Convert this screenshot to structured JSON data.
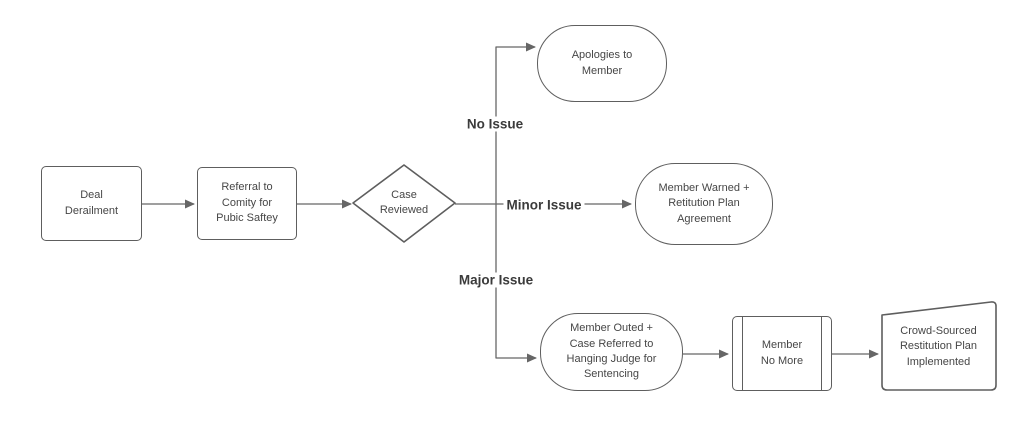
{
  "diagram": {
    "colors": {
      "background": "#ffffff",
      "shape_fill": "#ffffff",
      "shape_stroke": "#5e5e5e",
      "connector": "#666666",
      "node_text": "#464646",
      "edge_label_text": "#3b3b3b"
    },
    "nodes": {
      "deal": {
        "shape": "rectangle",
        "label": "Deal\nDerailment"
      },
      "referral": {
        "shape": "rectangle",
        "label": "Referral to\nComity for\nPubic Saftey"
      },
      "case": {
        "shape": "diamond",
        "label": "Case\nReviewed"
      },
      "apologies": {
        "shape": "rounded-rectangle",
        "label": "Apologies to\nMember"
      },
      "warned": {
        "shape": "rounded-rectangle",
        "label": "Member Warned +\nRetitution Plan\nAgreement"
      },
      "outed": {
        "shape": "rounded-rectangle",
        "label": "Member Outed +\nCase Referred to\nHanging Judge for\nSentencing"
      },
      "no_more": {
        "shape": "predefined-process",
        "label": "Member\nNo More"
      },
      "crowd": {
        "shape": "manual-input",
        "label": "Crowd-Sourced\nRestitution Plan\nImplemented"
      }
    },
    "edges": [
      {
        "from": "deal",
        "to": "referral",
        "label": ""
      },
      {
        "from": "referral",
        "to": "case",
        "label": ""
      },
      {
        "from": "case",
        "to": "apologies",
        "label": "No Issue"
      },
      {
        "from": "case",
        "to": "warned",
        "label": "Minor Issue"
      },
      {
        "from": "case",
        "to": "outed",
        "label": "Major Issue"
      },
      {
        "from": "outed",
        "to": "no_more",
        "label": ""
      },
      {
        "from": "no_more",
        "to": "crowd",
        "label": ""
      }
    ],
    "edge_labels": {
      "no_issue": "No Issue",
      "minor_issue": "Minor Issue",
      "major_issue": "Major Issue"
    }
  }
}
